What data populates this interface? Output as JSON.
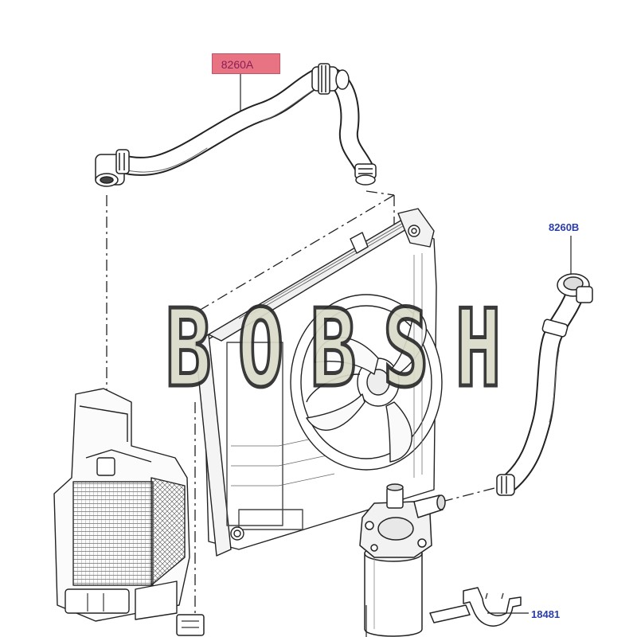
{
  "callouts": {
    "hose_upper": "8260A",
    "hose_lower": "8260B",
    "bracket": "18481"
  },
  "watermark": {
    "text": "BOBSH"
  },
  "colors": {
    "highlight_fill": "#e87483",
    "highlight_text": "#8a1d57",
    "callout_blue": "#2a3da8",
    "line_art": "#222222",
    "watermark_fill": "#dbdbc9"
  },
  "icons": {
    "hose_clamp": "hose-clamp-icon",
    "coolant_pump": "pump-icon"
  }
}
